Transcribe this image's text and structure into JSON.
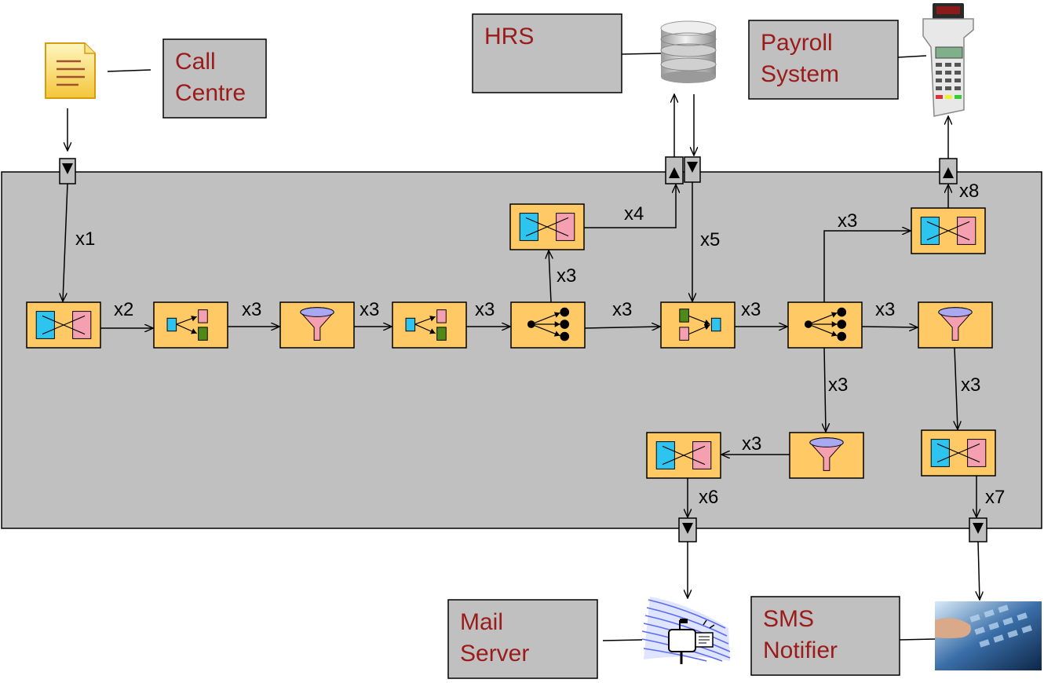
{
  "colors": {
    "bus": "#c0c0c0",
    "node_fill": "#ffc966",
    "node_stroke": "#000000",
    "label_text": "#9b1b1b",
    "cyan": "#2ec4f0",
    "pink": "#f4a0b0",
    "green": "#4e8a18",
    "funnel": "#a9a8f0"
  },
  "systems": {
    "call_centre": {
      "line1": "Call",
      "line2": "Centre",
      "icon": "document-icon"
    },
    "hrs": {
      "line1": "HRS",
      "line2": "",
      "icon": "database-icon"
    },
    "payroll": {
      "line1": "Payroll",
      "line2": "System",
      "icon": "payment-terminal-icon"
    },
    "mail": {
      "line1": "Mail",
      "line2": "Server",
      "icon": "mailbox-icon"
    },
    "sms": {
      "line1": "SMS",
      "line2": "Notifier",
      "icon": "keypad-photo-icon"
    }
  },
  "edge_labels": {
    "x1": "x1",
    "x2": "x2",
    "x4": "x4",
    "x5": "x5",
    "x6": "x6",
    "x7": "x7",
    "x8": "x8",
    "x3": "x3"
  },
  "node_types": {
    "translator": "translator-icon",
    "splitter": "splitter-icon",
    "filter": "filter-icon",
    "router": "router-icon",
    "aggregator": "aggregator-icon"
  }
}
